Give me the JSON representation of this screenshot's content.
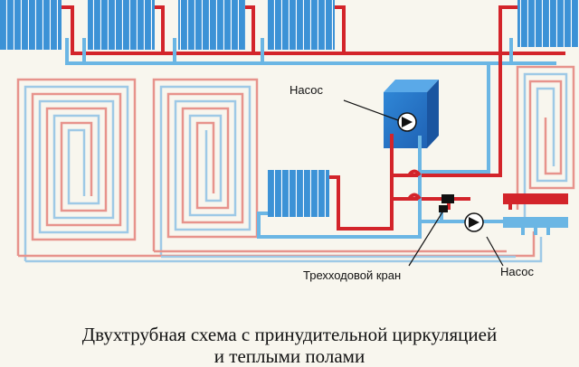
{
  "labels": {
    "pump_top": "Насос",
    "valve": "Трехходовой кран",
    "pump_bottom": "Насос"
  },
  "caption": {
    "line1": "Двухтрубная схема с принудительной циркуляцией",
    "line2": "и теплыми полами"
  },
  "colors": {
    "supply": "#d3242a",
    "return": "#6bb6e4",
    "floor_supply": "#e7938c",
    "floor_return": "#9ec9e6",
    "radiator": "#3c92d6",
    "boiler": "#2d7fd0",
    "background": "#f8f6ee"
  }
}
